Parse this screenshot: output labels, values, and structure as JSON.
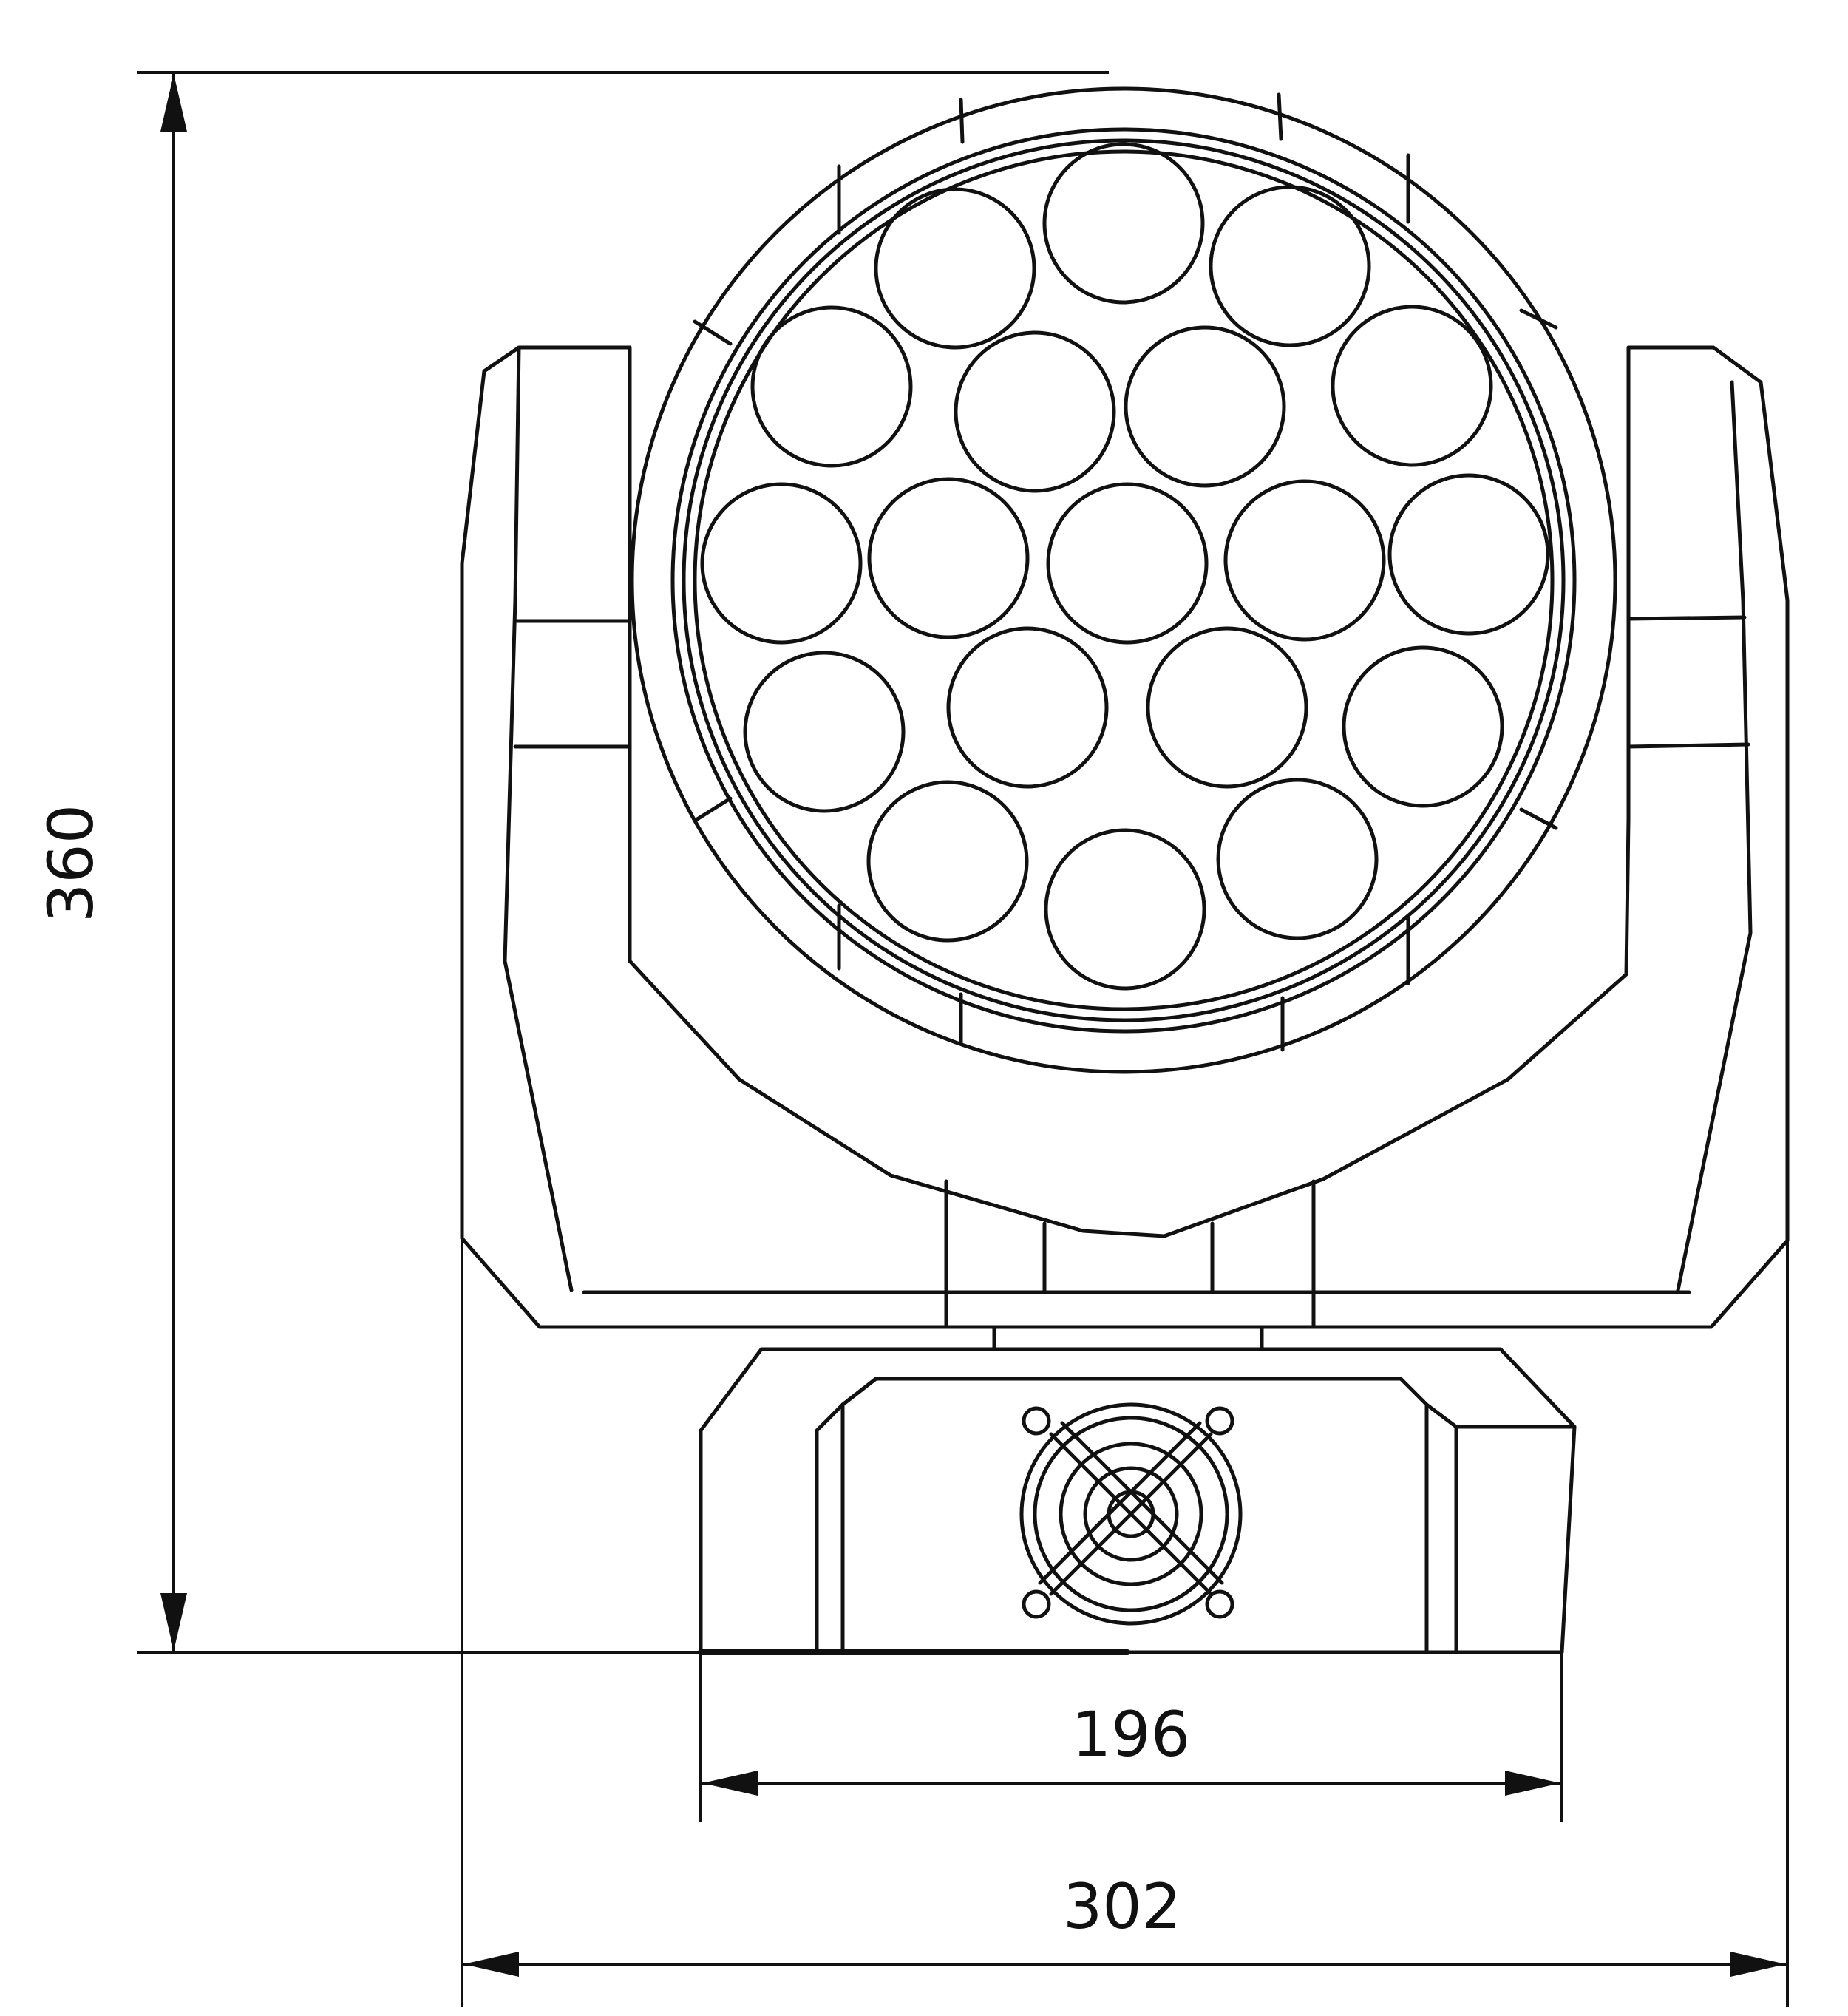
{
  "dimensions": {
    "height": "360",
    "base_width": "196",
    "overall_width": "302"
  },
  "colors": {
    "line": "#111111",
    "background": "#ffffff"
  }
}
